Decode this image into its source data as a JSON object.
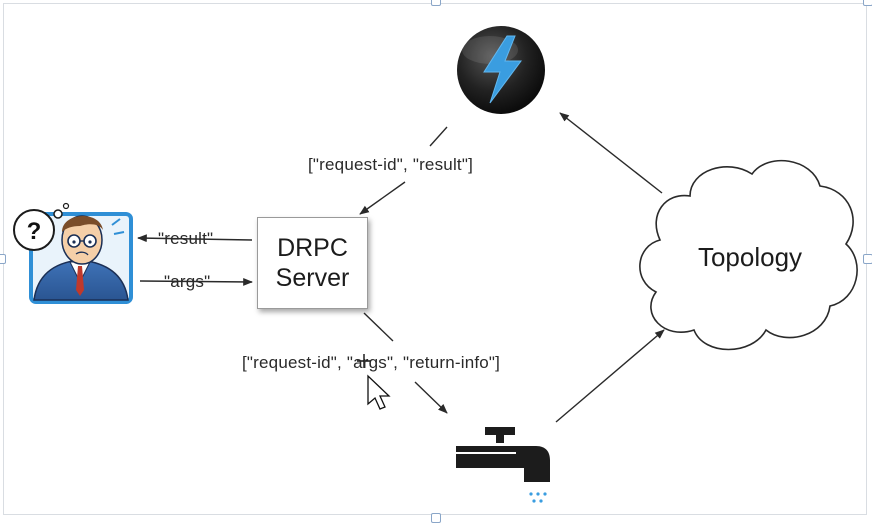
{
  "diagram": {
    "server": {
      "label": "DRPC\nServer"
    },
    "topology": {
      "label": "Topology"
    },
    "edges": {
      "to_client_result": "\"result\"",
      "from_client_args": "\"args\"",
      "storm_to_server": "[\"request-id\", \"result\"]",
      "server_to_spout": "[\"request-id\", \"args\", \"return-info\"]"
    },
    "icons": {
      "storm": "lightning-bolt-icon",
      "client": "confused-user-icon",
      "spout": "water-faucet-icon",
      "topology": "cloud-shape"
    },
    "colors": {
      "bolt": "#3a9de0",
      "client_frame": "#2f8fd6",
      "storm_ball": "#1c1c1c"
    }
  }
}
